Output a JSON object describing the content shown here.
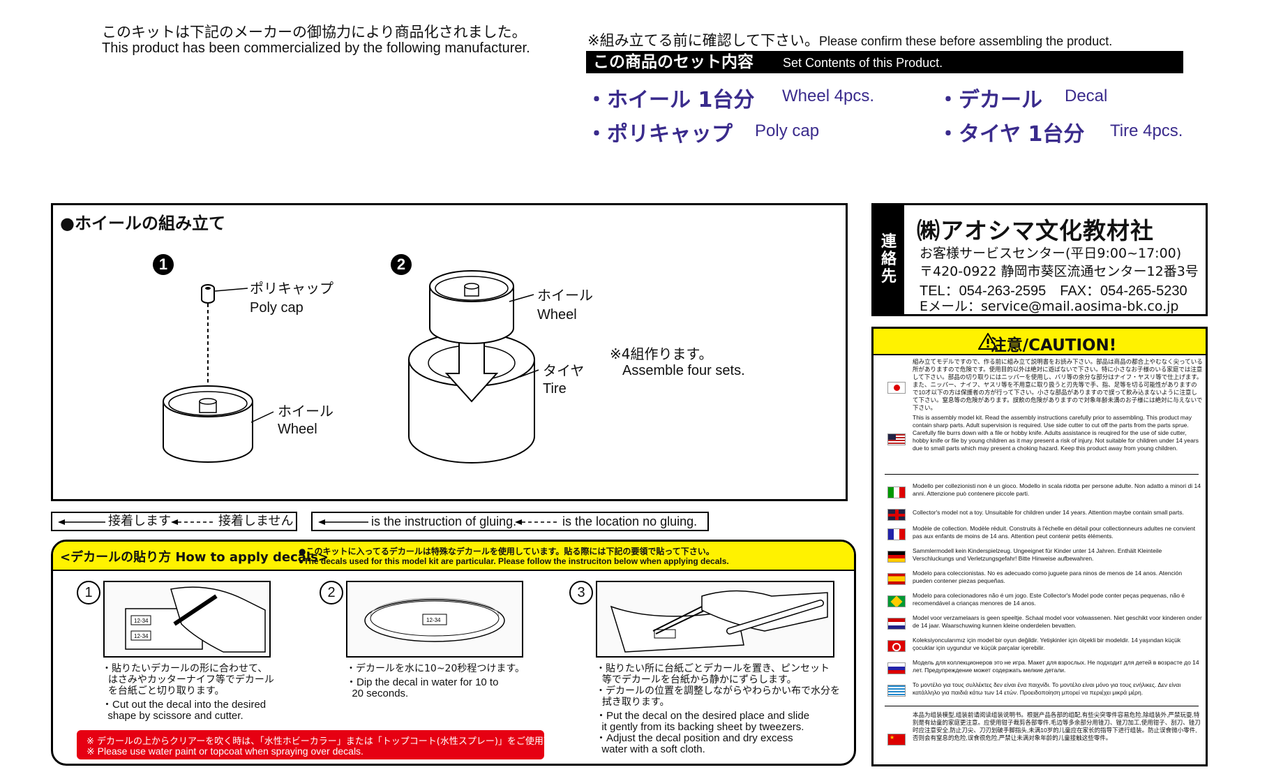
{
  "header": {
    "maker_jp": "このキットは下記のメーカーの御協力により商品化されました。",
    "maker_en": "This product has been commercialized by the following manufacturer.",
    "confirm_jp": "※組み立てる前に確認して下さい。",
    "confirm_en": "Please confirm these before assembling the product.",
    "set_title_jp": "この商品のセット内容",
    "set_title_en": "Set Contents of this Product.",
    "items": [
      {
        "jp": "・ホイール 1台分",
        "en": "Wheel 4pcs."
      },
      {
        "jp": "・デカール",
        "en": "Decal"
      },
      {
        "jp": "・ポリキャップ",
        "en": "Poly cap"
      },
      {
        "jp": "・タイヤ 1台分",
        "en": "Tire 4pcs."
      }
    ]
  },
  "wheel_assembly": {
    "title": "●ホイールの組み立て",
    "step1_num": "1",
    "step2_num": "2",
    "polycap_jp": "ポリキャップ",
    "polycap_en": "Poly cap",
    "wheel_jp": "ホイール",
    "wheel_en": "Wheel",
    "wheel2_jp": "ホイール",
    "wheel2_en": "Wheel",
    "tire_jp": "タイヤ",
    "tire_en": "Tire",
    "note_jp": "※4組作ります。",
    "note_en": "Assemble four sets."
  },
  "legend": {
    "glue_jp": "接着します",
    "noglue_jp": "接着しません",
    "glue_en": "is the instruction of gluing.",
    "noglue_en": "is the location no gluing."
  },
  "decal": {
    "title": "<デカールの貼り方 How to apply decals>",
    "note_jp": "●このキットに入ってるデカールは特殊なデカールを使用しています。貼る際には下記の要領で貼って下さい。",
    "note_en": "●The decals used for this model kit are particular. Please follow the instruciton below when applying decals.",
    "steps": [
      {
        "num": "1",
        "jp": "・貼りたいデカールの形に合わせて、\n  はさみやカッターナイフ等でデカール\n  を台紙ごと切り取ります。",
        "en": "・Cut out the decal into the desired\n  shape by scissore and cutter."
      },
      {
        "num": "2",
        "jp": "・デカールを水に10~20秒程つけます。",
        "en": "・Dip the decal in water for 10 to\n  20 seconds."
      },
      {
        "num": "3",
        "jp": "・貼りたい所に台紙ごとデカールを置き、ピンセット\n  等でデカールを台紙から静かにずらします。\n・デカールの位置を調整しながらやわらかい布で水分を\n  拭き取ります。",
        "en": "・Put the decal on the desired place and slide\n  it gently from its backing sheet by tweezers.\n・Adjust the decal position and dry excess\n  water with a soft cloth."
      }
    ],
    "sample_label": "12-34",
    "warn_jp": "※ デカールの上からクリアーを吹く時は、「水性ホビーカラー」または「トップコート(水性スプレー)」をご使用下さい。",
    "warn_en": "※ Please use water paint or topcoat when spraying over decals."
  },
  "contact": {
    "side": [
      "連",
      "絡",
      "先"
    ],
    "company": "㈱アオシマ文化教材社",
    "service": "お客様サービスセンター(平日9:00~17:00)",
    "address": "〒420-0922 静岡市葵区流通センター12番3号",
    "tel": "TEL：054-263-2595　FAX：054-265-5230",
    "email": "Eメール：service@mail.aosima-bk.co.jp"
  },
  "caution": {
    "title": "注意/CAUTION!",
    "entries": [
      {
        "flag": "japan",
        "text": "組み立てモデルですので、作る前に組み立て説明書をお読み下さい。部品は商品の都合上やむなく尖っている所がありますので危険です。使用目的以外は絶対に遊ばないで下さい。特に小さなお子様のいる家庭では注意して下さい。部品の切り取りにはニッパーを使用し、バリ等の余分な部分はナイフ・ヤスリ等で仕上げます。また、ニッパー、ナイフ、ヤスリ等を不用意に取り扱うと刃先等で手、指、足等を切る可能性がありますので10才以下の方は保護者の方が行って下さい。小さな部品がありますので誤って飲み込まないように注意して下さい。窒息等の危険があります。誤飲の危険がありますので対象年齢未満のお子様には絶対に与えないで下さい。"
      },
      {
        "flag": "usa",
        "text": "This is assembly model kit. Read the assembly instructions carefully prior to assembling. This product may contain sharp parts. Adult supervision is required. Use side cutter to cut off the parts from the parts sprue. Carefully file burrs down with a file or hobby knife. Adults assistance is reuqired for the use of side cutter, hobby knife or file by young children as it may present a risk of injury. Not suitable for children under 14 years due to small parts which may present a choking hazard. Keep this product away from young children."
      },
      {
        "flag": "italy",
        "text": "Modello per collezionisti non è un gioco. Modello in scala ridotta per persone adulte. Non adatto a minori di 14 anni. Attenzione può contenere piccole parti."
      },
      {
        "flag": "uk",
        "text": "Collector's model not a toy. Unsuitable for children under 14 years. Attention maybe contain small parts."
      },
      {
        "flag": "france",
        "text": "Modèle de collection. Modèle réduit. Construits à l'échelle en détail pour collectionneurs adultes ne convient pas aux enfants de moins de 14 ans. Attention peut contenir petits éléments."
      },
      {
        "flag": "germany",
        "text": "Sammlermodell kein Kinderspielzeug. Ungeeignet für Kinder unter 14 Jahren. Enthält Kleinteile Verschluckungs und Verletzungsgefahr! Bitte Hinweise aufbewahren."
      },
      {
        "flag": "spain",
        "text": "Modelo para coleccionistas. No es adecuado como juguete para ninos de menos de 14 anos. Atención pueden contener piezas pequeñas."
      },
      {
        "flag": "brazil",
        "text": "Modelo para colecionadores não é um jogo. Este Collector's Model pode conter peças pequenas, não é recomendável a crianças menores de 14 anos."
      },
      {
        "flag": "netherlands",
        "text": "Model voor verzamelaars is geen speeltje. Schaal model voor volwassenen. Niet geschikt voor kinderen onder de 14 jaar. Waarschuwing kunnen kleine onderdelen bevatten."
      },
      {
        "flag": "turkey",
        "text": "Koleksiyoncularımız için model bir oyun değildir. Yetişkinler için ölçekli bir modeldir. 14 yaşından küçük çocuklar için uygundur ve küçük parçalar içerebilir."
      },
      {
        "flag": "russia",
        "text": "Модель для коллекционеров это не игра. Макет для взрослых. Не подходит для детей в возрасте до 14 лет. Предупреждение может содержать мелкие детали."
      },
      {
        "flag": "greece",
        "text": "Το μοντέλο για τους συλλέκτες δεν είναι ένα παιχνίδι. Το μοντέλο είναι μόνο για τους ενήλικες. Δεν είναι κατάλληλο για παιδιά κάτω των 14 ετών. Προειδοποίηση μπορεί να περιέχει μικρά μέρη."
      },
      {
        "flag": "china",
        "text": "本品为组装模型,组装前请阅读组装说明书。根据产品各部的组配,有些尖突零件容易危险,除组装外,严禁玩耍,特别是有幼童的家庭更注意。应使用钳子裁剪各部零件,毛边等多余部分用锉刀、锉刀加工,使用钳子、刮刀、锉刀时应注意安全,防止刀尖、刀刃划破手脚指头,未满10岁的儿童应在家长的指导下进行组装。防止误食微小零件,否则会有窒息的危险,误食很危险,严禁让未满对象年龄的儿童接触这些零件。"
      }
    ]
  },
  "colors": {
    "accent_purple": "#3a2b8c",
    "yellow": "#fff200",
    "red": "#e60012"
  }
}
